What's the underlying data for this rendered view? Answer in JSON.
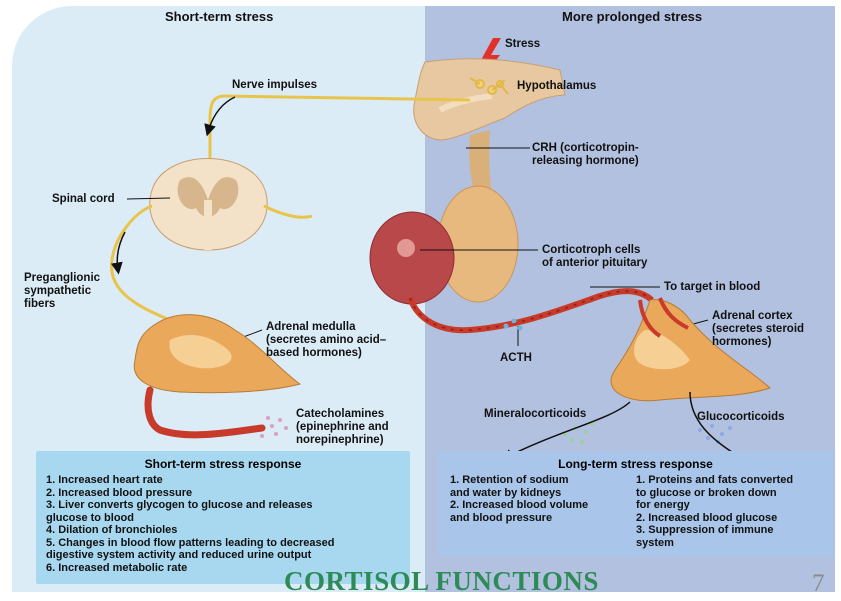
{
  "headings": {
    "left": "Short-term stress",
    "right": "More prolonged stress"
  },
  "labels": {
    "stress": "Stress",
    "hypothalamus": "Hypothalamus",
    "nerve_impulses": "Nerve impulses",
    "spinal_cord": "Spinal cord",
    "crh": "CRH (corticotropin-\nreleasing hormone)",
    "corticotroph": "Corticotroph cells\nof anterior pituitary",
    "to_target": "To target in blood",
    "preganglionic": "Preganglionic\nsympathetic\nfibers",
    "adrenal_medulla": "Adrenal medulla\n(secretes amino acid–\nbased hormones)",
    "adrenal_cortex": "Adrenal cortex\n(secretes steroid\nhormones)",
    "acth": "ACTH",
    "catecholamines": "Catecholamines\n(epinephrine and\nnorepinephrine)",
    "mineralocorticoids": "Mineralocorticoids",
    "glucocorticoids": "Glucocorticoids"
  },
  "short_term": {
    "title": "Short-term stress response",
    "items": [
      "1. Increased heart rate",
      "2. Increased blood pressure",
      "3. Liver converts glycogen to glucose and releases\n    glucose to blood",
      "4. Dilation of bronchioles",
      "5. Changes in blood flow patterns leading to decreased\n    digestive system activity and reduced urine output",
      "6. Increased metabolic rate"
    ]
  },
  "long_term": {
    "title": "Long-term stress response",
    "left_items": [
      "1. Retention of sodium\n    and water by kidneys",
      "2. Increased blood volume\n    and blood pressure"
    ],
    "right_items": [
      "1. Proteins and fats converted\n    to glucose or broken down\n    for energy",
      "2. Increased blood glucose",
      "3. Suppression of immune\n    system"
    ]
  },
  "footer": {
    "title": "CORTISOL FUNCTIONS",
    "page": "7"
  },
  "colors": {
    "title_green": "#2e8b57",
    "left_bg": "#dcecf7",
    "right_bg": "#b3c1e0",
    "short_box": "#a8d8f0",
    "long_box": "#a9c6ea",
    "nerve": "#e8c44a",
    "vessel": "#c83a2a",
    "adrenal": "#e9a85a"
  }
}
